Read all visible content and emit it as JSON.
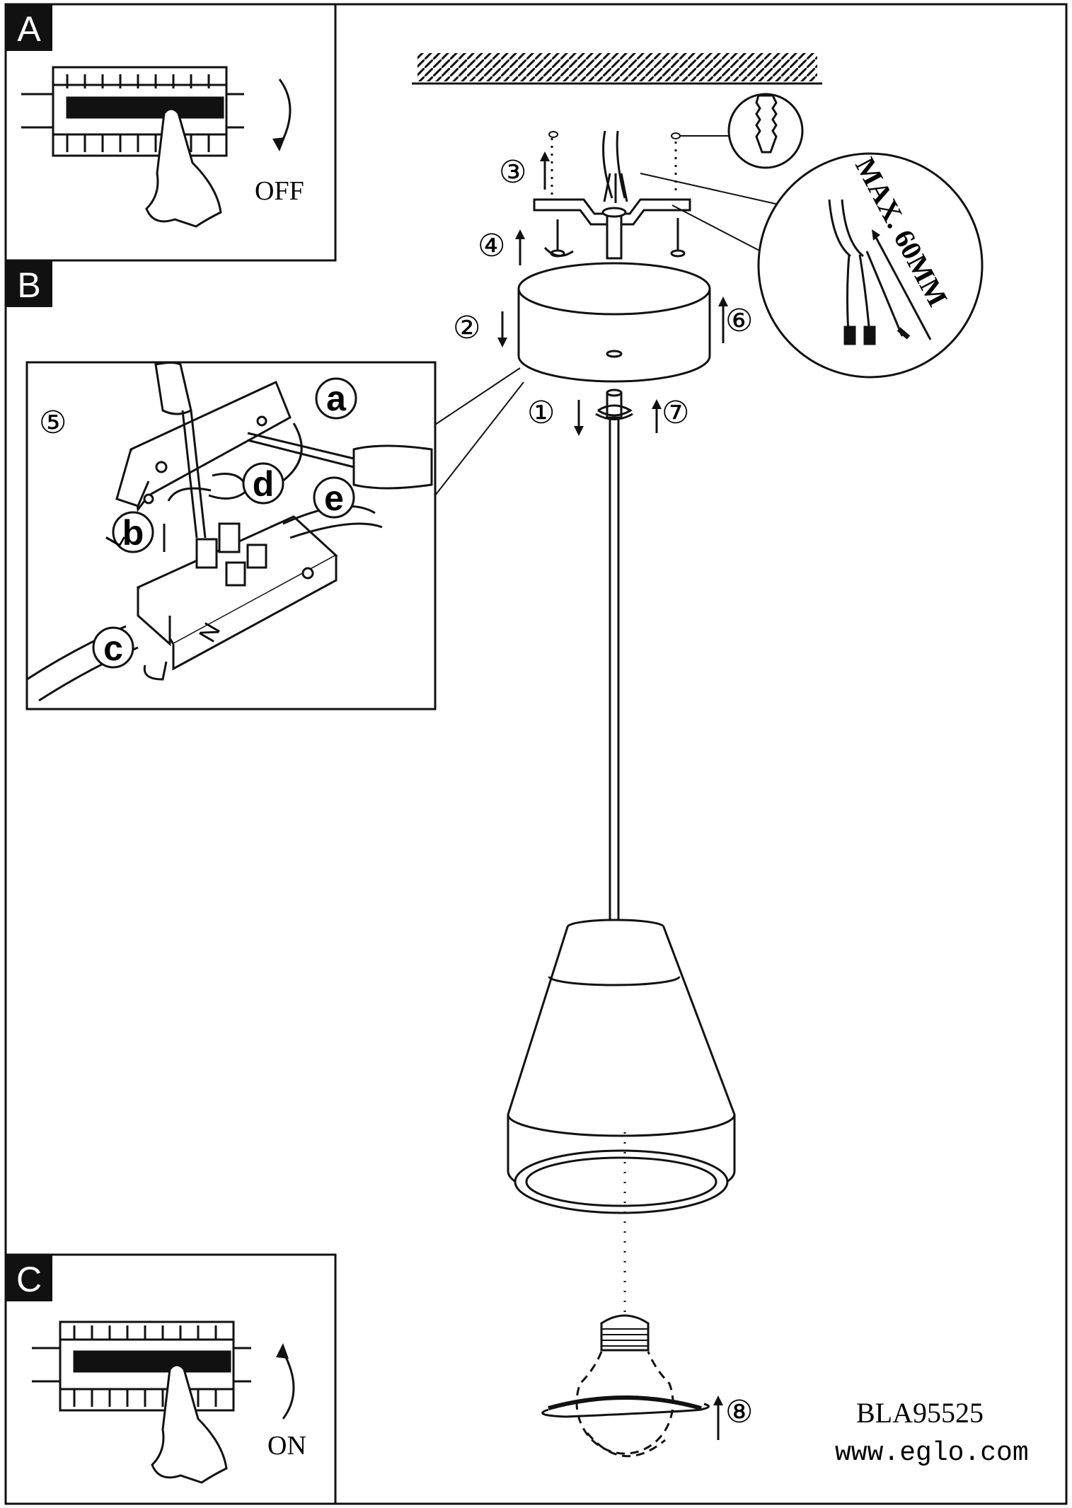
{
  "panels": {
    "a": {
      "letter": "A",
      "switch_label": "OFF"
    },
    "b": {
      "letter": "B"
    },
    "c": {
      "letter": "C",
      "switch_label": "ON"
    }
  },
  "steps": {
    "s1": "①",
    "s2": "②",
    "s3": "③",
    "s4": "④",
    "s5": "⑤",
    "s6": "⑥",
    "s7": "⑦",
    "s8": "⑧"
  },
  "wiring": {
    "a": "a",
    "b": "b",
    "c": "c",
    "d": "d",
    "e": "e",
    "l": "L",
    "n": "N"
  },
  "cable_note": "MAX. 60MM",
  "footer": {
    "model": "BLA95525",
    "website": "www.eglo.com"
  }
}
